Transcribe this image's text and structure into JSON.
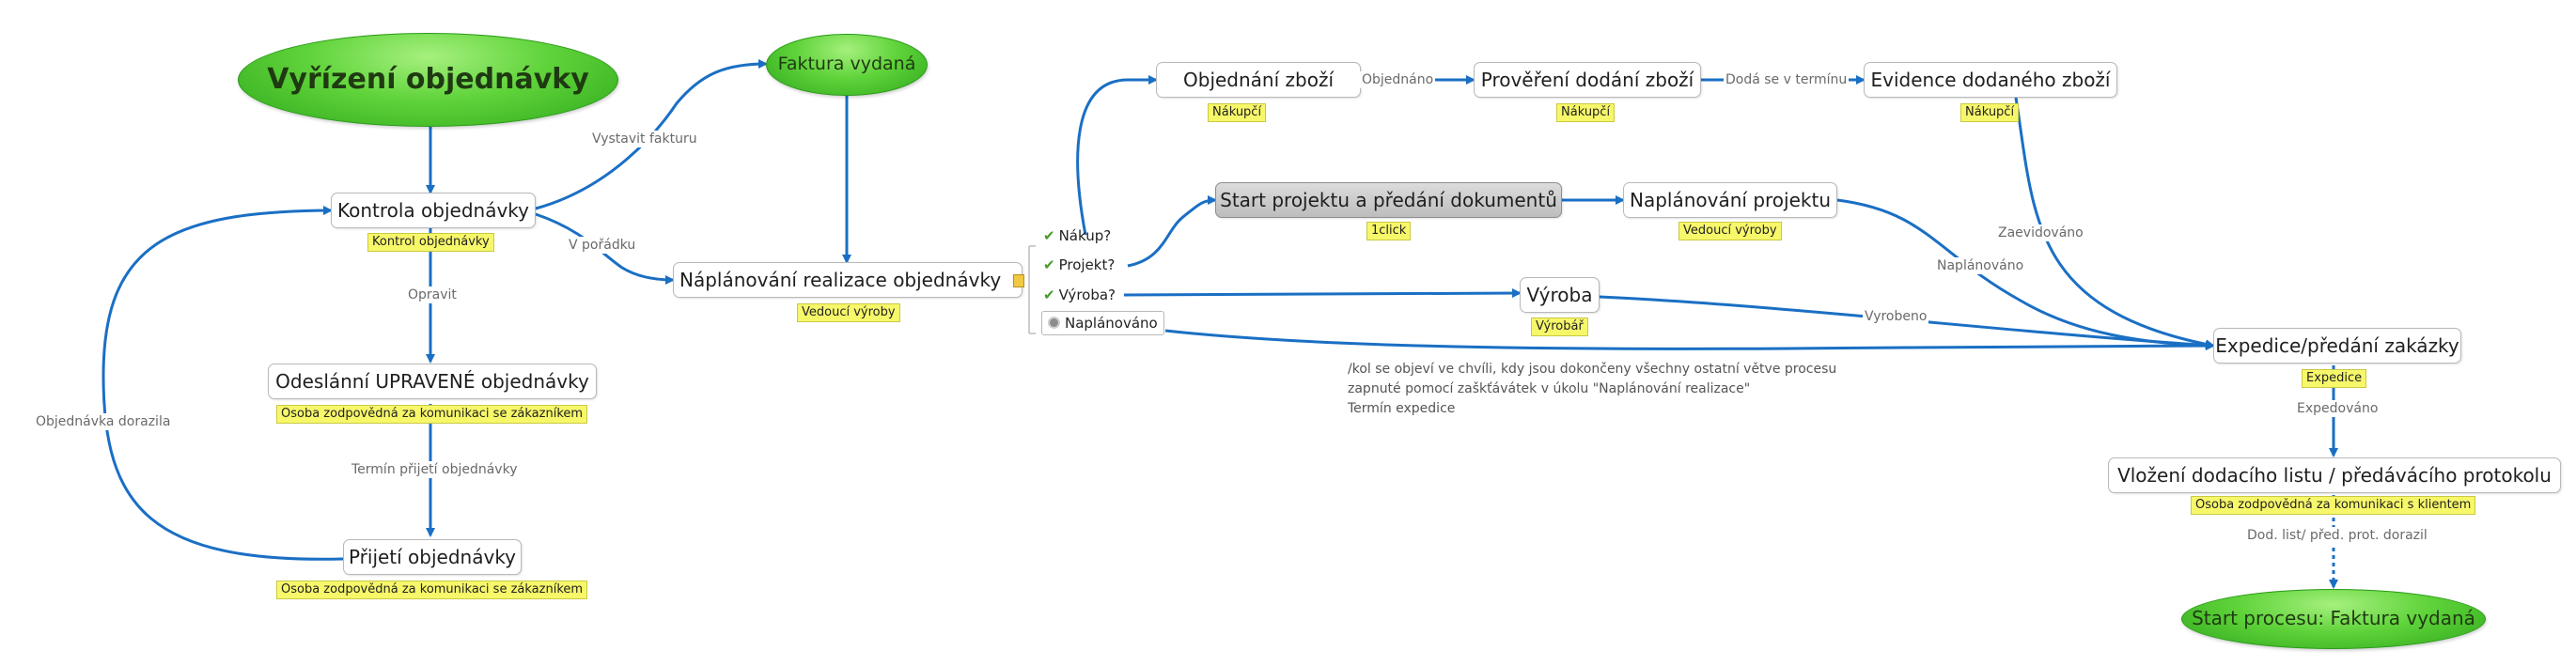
{
  "title": "Vyřízení objednávky",
  "nodes": {
    "kontrola": {
      "label": "Kontrola objednávky",
      "tag": "Kontrol objednávky"
    },
    "odeslani": {
      "label": "Odeslánní UPRAVENÉ objednávky",
      "tag": "Osoba zodpovědná za komunikaci se zákazníkem"
    },
    "prijeti": {
      "label": "Přijetí objednávky",
      "tag": "Osoba zodpovědná za komunikaci se zákazníkem"
    },
    "faktura": {
      "label": "Faktura vydaná"
    },
    "naplanovani_realizace": {
      "label": "Náplánování realizace objednávky",
      "tag": "Vedoucí výroby"
    },
    "objednani": {
      "label": "Objednání zboží",
      "tag": "Nákupčí"
    },
    "provereni": {
      "label": "Prověření dodání zboží",
      "tag": "Nákupčí"
    },
    "evidence": {
      "label": "Evidence dodaného zboží",
      "tag": "Nákupčí"
    },
    "start_projektu": {
      "label": "Start projektu a předání dokumentů",
      "tag": "1click"
    },
    "naplanovani_projektu": {
      "label": "Naplánování projektu",
      "tag": "Vedoucí výroby"
    },
    "vyroba": {
      "label": "Výroba",
      "tag": "Výrobář"
    },
    "expedice": {
      "label": "Expedice/předání zakázky",
      "tag": "Expedice"
    },
    "vlozeni": {
      "label": "Vložení dodacího listu / předávácího protokolu",
      "tag": "Osoba zodpovědná za komunikaci s klientem"
    },
    "start_procesu": {
      "label": "Start procesu: Faktura vydaná"
    }
  },
  "branch_options": {
    "nakup": "Nákup?",
    "projekt": "Projekt?",
    "vyroba": "Výroba?",
    "naplanovano": "Naplánováno"
  },
  "edge_labels": {
    "vystavit_fakturu": "Vystavit fakturu",
    "v_poradku": "V pořádku",
    "opravit": "Opravit",
    "termin_prijeti": "Termín přijetí objednávky",
    "objednavka_dorazila": "Objednávka dorazila",
    "objednano": "Objednáno",
    "doda_se": "Dodá se v termínu",
    "zaevidovano": "Zaevidováno",
    "naplanovano": "Naplánováno",
    "vyrobeno": "Vyrobeno",
    "expedovano": "Expedováno",
    "dod_list": "Dod. list/ před. prot. dorazil"
  },
  "note_lines": [
    "/kol se objeví ve chvíli, kdy jsou dokončeny všechny ostatní větve procesu",
    "zapnuté pomocí zaškťávátek v úkolu \"Naplánování realizace\"",
    "Termín expedice"
  ],
  "icons": {
    "check": "check-icon",
    "gear": "gear-icon",
    "note": "note-icon"
  },
  "colors": {
    "connector": "#1a6fc4",
    "ellipse_green": "#5fd33a",
    "tag_yellow": "#f7f76a",
    "gray_node": "#c8c8c8"
  }
}
